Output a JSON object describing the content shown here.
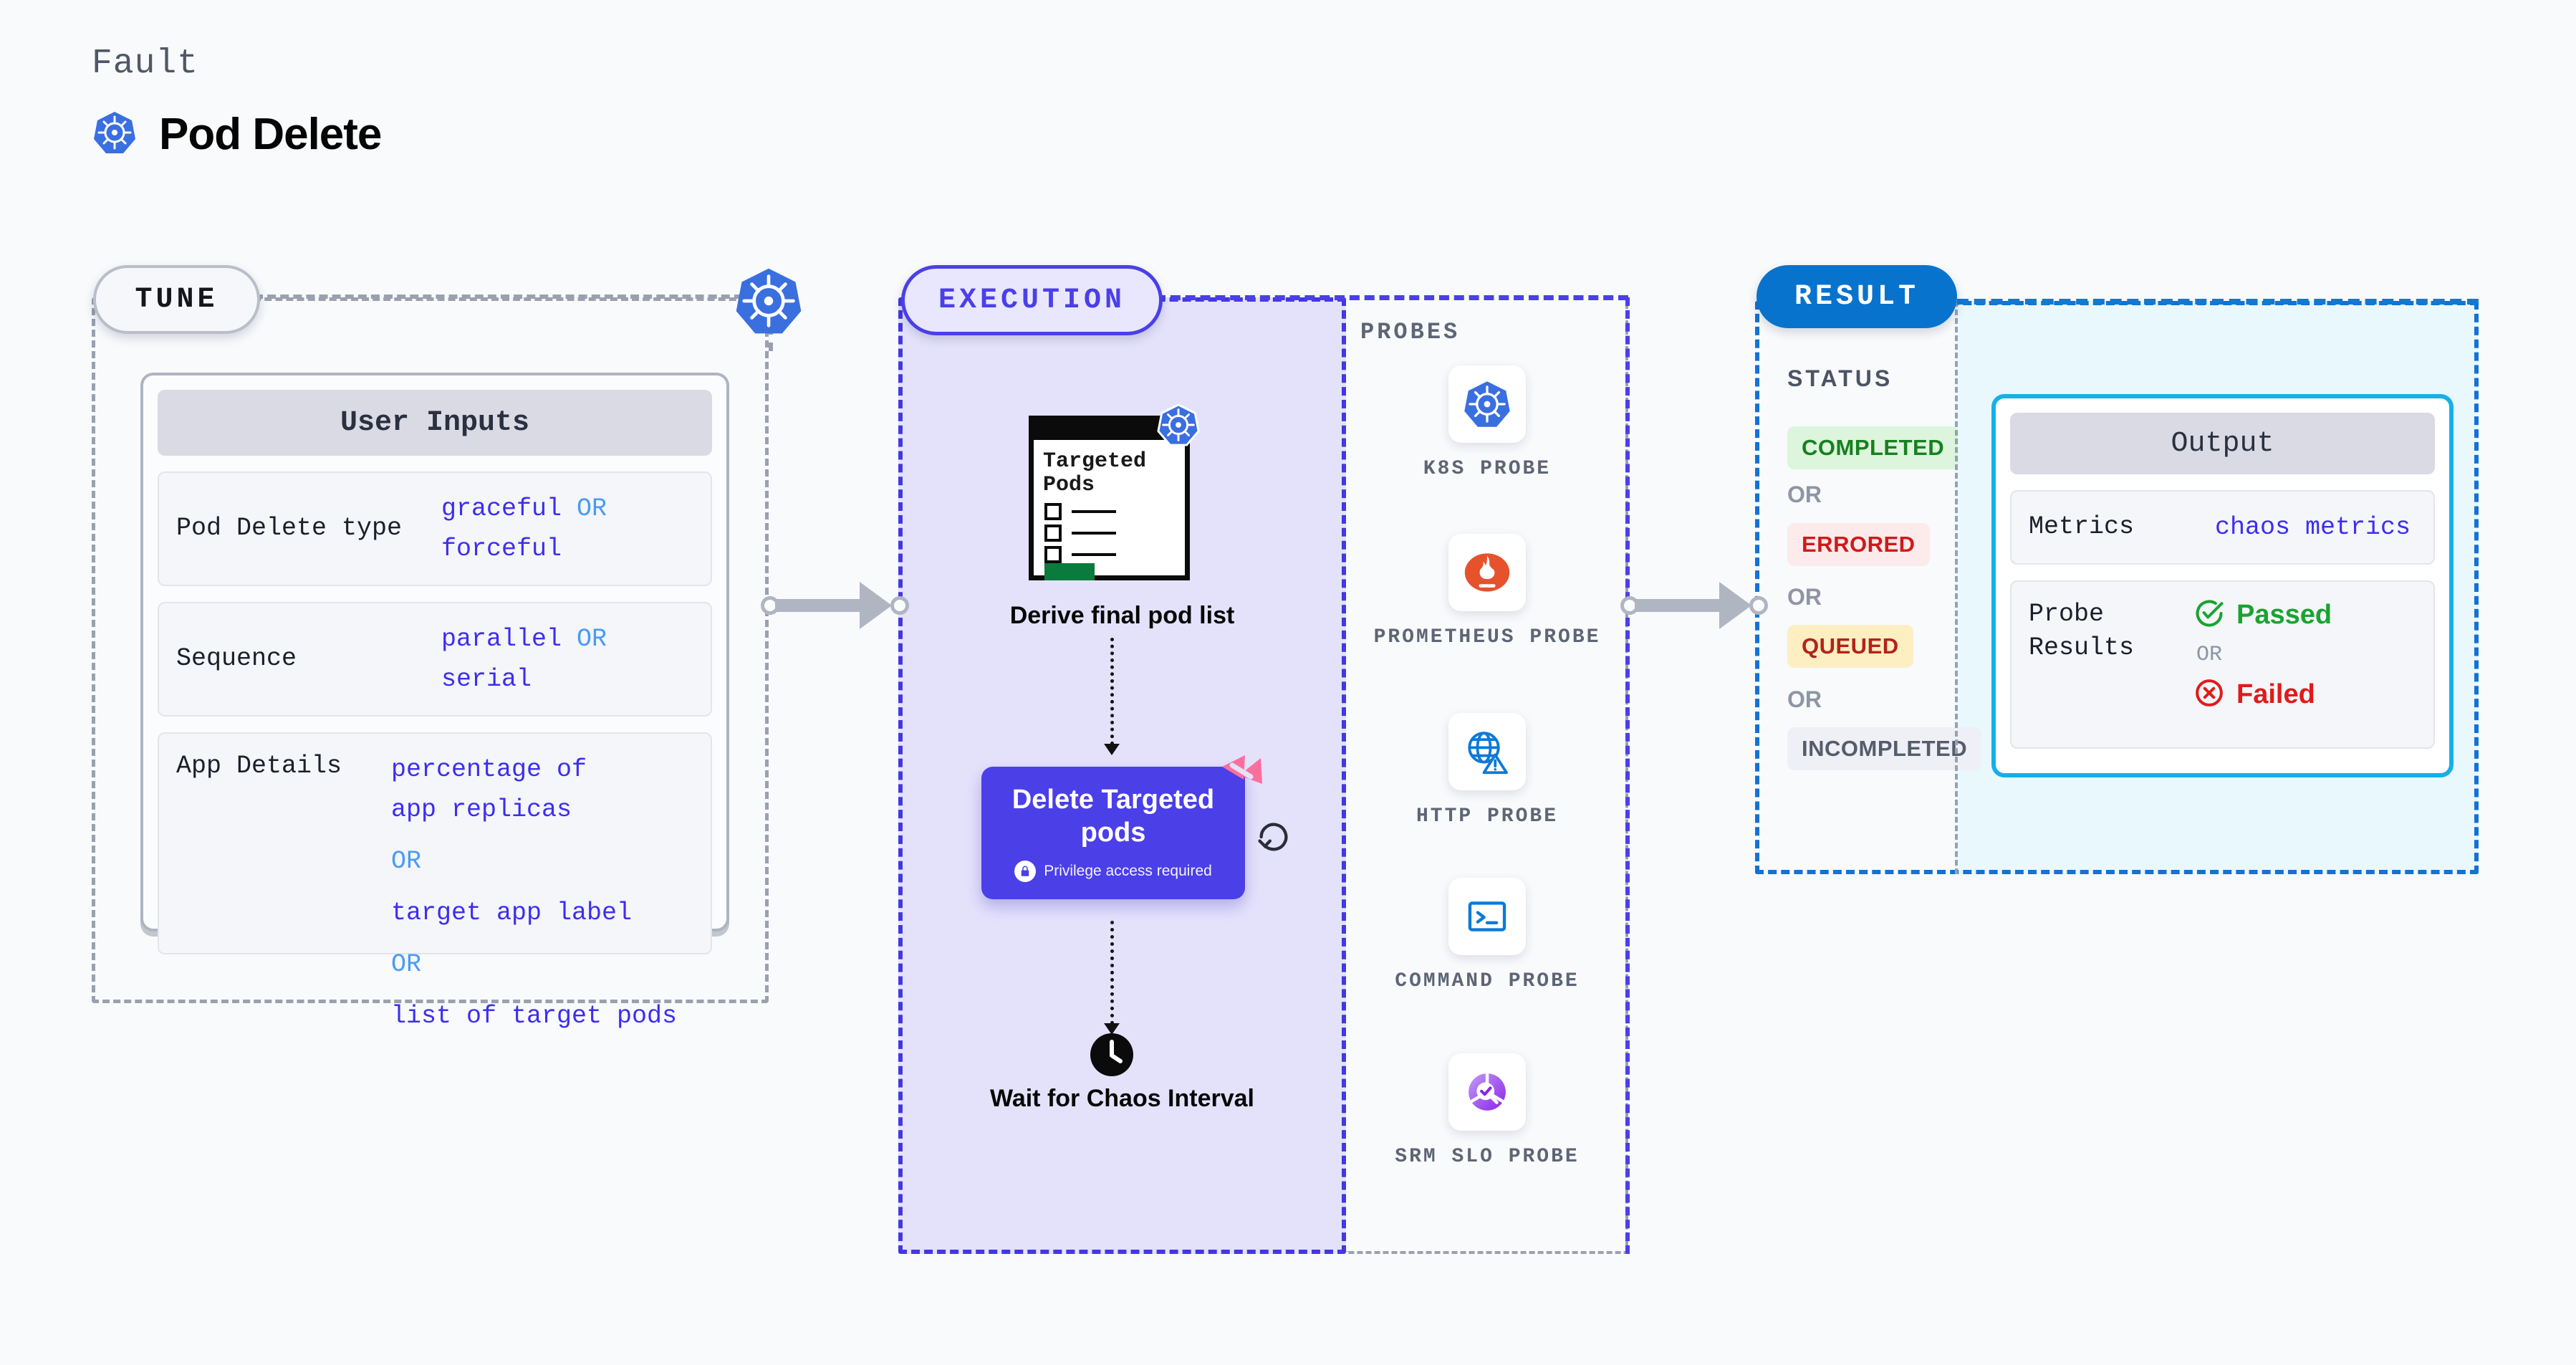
{
  "header": {
    "eyebrow": "Fault",
    "title": "Pod Delete",
    "icon": "kubernetes-logo"
  },
  "colors": {
    "background": "#f8fafc",
    "tune_border": "#9aa1ae",
    "execution_accent": "#4b3fe8",
    "execution_fill": "#e4e2fb",
    "result_accent": "#0873cd",
    "result_fill": "#e9f8fd",
    "output_border": "#13b1e8",
    "value_purple": "#3e2df0",
    "or_blue": "#4a9bf5",
    "pass_green": "#1aa331",
    "fail_red": "#e01b1b",
    "litmus_pink": "#fb6f9c"
  },
  "tune": {
    "pill_label": "TUNE",
    "card": {
      "head": "User Inputs",
      "rows": [
        {
          "label": "Pod Delete type",
          "parts": [
            "graceful",
            "OR",
            "forceful"
          ],
          "layout": "inline"
        },
        {
          "label": "Sequence",
          "parts": [
            "parallel",
            "OR",
            "serial"
          ],
          "layout": "inline"
        },
        {
          "label": "App Details",
          "parts": [
            "percentage of app replicas",
            "OR",
            "target app label",
            "OR",
            "list of target pods"
          ],
          "layout": "stacked"
        }
      ]
    }
  },
  "execution": {
    "pill_label": "EXECUTION",
    "pods_card": {
      "title": "Targeted Pods",
      "checkbox_count": 3,
      "badge_icon": "kubernetes-logo"
    },
    "derive_label": "Derive final pod list",
    "delete_node": {
      "title": "Delete Targeted pods",
      "subtitle": "Privilege access required",
      "lock_icon": "lock-icon",
      "corner_badge": "litmuschaos-logo",
      "loop_icon": "loop-icon"
    },
    "wait_node": {
      "label": "Wait for Chaos Interval",
      "icon": "clock-icon"
    }
  },
  "probes": {
    "section_label": "PROBES",
    "items": [
      {
        "label": "K8S PROBE",
        "icon": "kubernetes-logo"
      },
      {
        "label": "PROMETHEUS PROBE",
        "icon": "prometheus-logo"
      },
      {
        "label": "HTTP PROBE",
        "icon": "globe-warning-icon"
      },
      {
        "label": "COMMAND PROBE",
        "icon": "terminal-icon"
      },
      {
        "label": "SRM SLO PROBE",
        "icon": "slo-donut-icon"
      }
    ]
  },
  "result": {
    "pill_label": "RESULT",
    "status_label": "STATUS",
    "or_label": "OR",
    "statuses": [
      {
        "label": "COMPLETED",
        "bg": "#dcf5dc",
        "fg": "#17801f"
      },
      {
        "label": "ERRORED",
        "bg": "#fdeaea",
        "fg": "#cf1a1a"
      },
      {
        "label": "QUEUED",
        "bg": "#fdefc2",
        "fg": "#b5221a"
      },
      {
        "label": "INCOMPLETED",
        "bg": "#eef0f5",
        "fg": "#555c6c"
      }
    ],
    "output_card": {
      "head": "Output",
      "metrics_label": "Metrics",
      "metrics_value": "chaos metrics",
      "probe_results_label": "Probe Results",
      "passed_label": "Passed",
      "failed_label": "Failed",
      "or_label": "OR",
      "passed_icon": "check-circle-icon",
      "failed_icon": "x-circle-icon"
    }
  }
}
